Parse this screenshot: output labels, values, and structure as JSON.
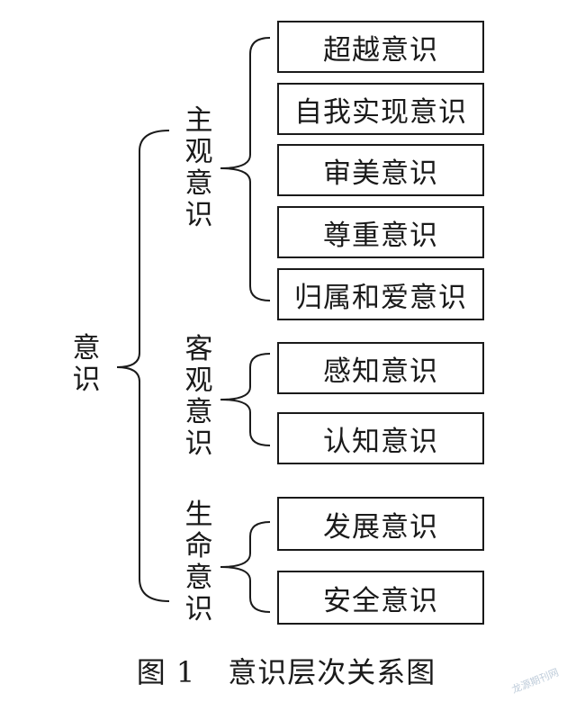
{
  "root": {
    "label": "意识"
  },
  "groups": [
    {
      "label": "主观意识",
      "items": [
        "超越意识",
        "自我实现意识",
        "审美意识",
        "尊重意识",
        "归属和爱意识"
      ]
    },
    {
      "label": "客观意识",
      "items": [
        "感知意识",
        "认知意识"
      ]
    },
    {
      "label": "生命意识",
      "items": [
        "发展意识",
        "安全意识"
      ]
    }
  ],
  "caption": {
    "figure": "图 1",
    "title": "意识层次关系图"
  },
  "watermark": "龙源期刊网"
}
